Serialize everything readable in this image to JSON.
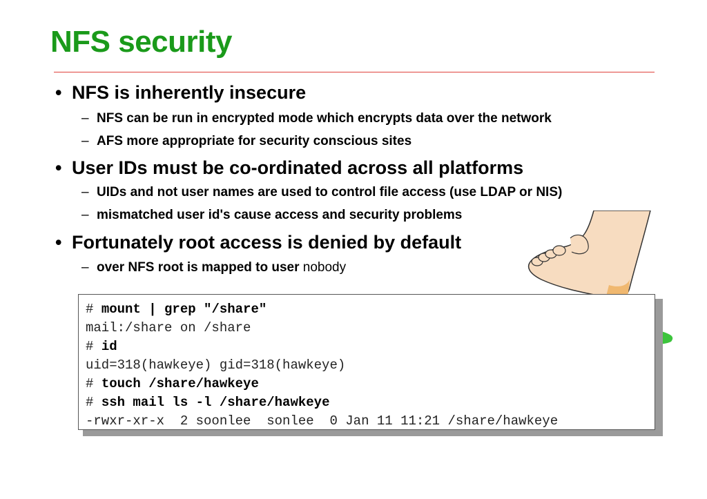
{
  "title": "NFS security",
  "bullets": [
    {
      "text": "NFS is inherently insecure",
      "subs": [
        {
          "text": "NFS can be run in encrypted mode which encrypts data over the network"
        },
        {
          "text": "AFS more appropriate for security conscious sites"
        }
      ]
    },
    {
      "text": "User IDs must be co-ordinated across all platforms",
      "subs": [
        {
          "text": "UIDs and not user names are used to control file access (use LDAP or NIS)"
        },
        {
          "text": "mismatched user id's cause access and security problems"
        }
      ]
    },
    {
      "text": "Fortunately root access is denied by default",
      "subs": [
        {
          "text": "over NFS root is mapped to user",
          "plain": " nobody"
        }
      ]
    }
  ],
  "bullet_symbol": "•",
  "dash_symbol": "–",
  "terminal": [
    {
      "prompt": "# ",
      "cmd": "mount | grep \"/share\""
    },
    {
      "output": "mail:/share on /share"
    },
    {
      "prompt": "# ",
      "cmd": "id"
    },
    {
      "output": "uid=318(hawkeye) gid=318(hawkeye)"
    },
    {
      "prompt": "# ",
      "cmd": "touch /share/hawkeye"
    },
    {
      "prompt": "# ",
      "cmd": "ssh mail ls -l /share/hawkeye"
    },
    {
      "output": "-rwxr-xr-x  2 soonlee  sonlee  0 Jan 11 11:21 /share/hawkeye"
    }
  ],
  "colors": {
    "title": "#1a9a1a",
    "rule": "#e0403a"
  },
  "illustration": {
    "icons": [
      "foot-icon",
      "bear-trap-icon",
      "grass-icon",
      "chain-icon",
      "stake-icon"
    ]
  }
}
